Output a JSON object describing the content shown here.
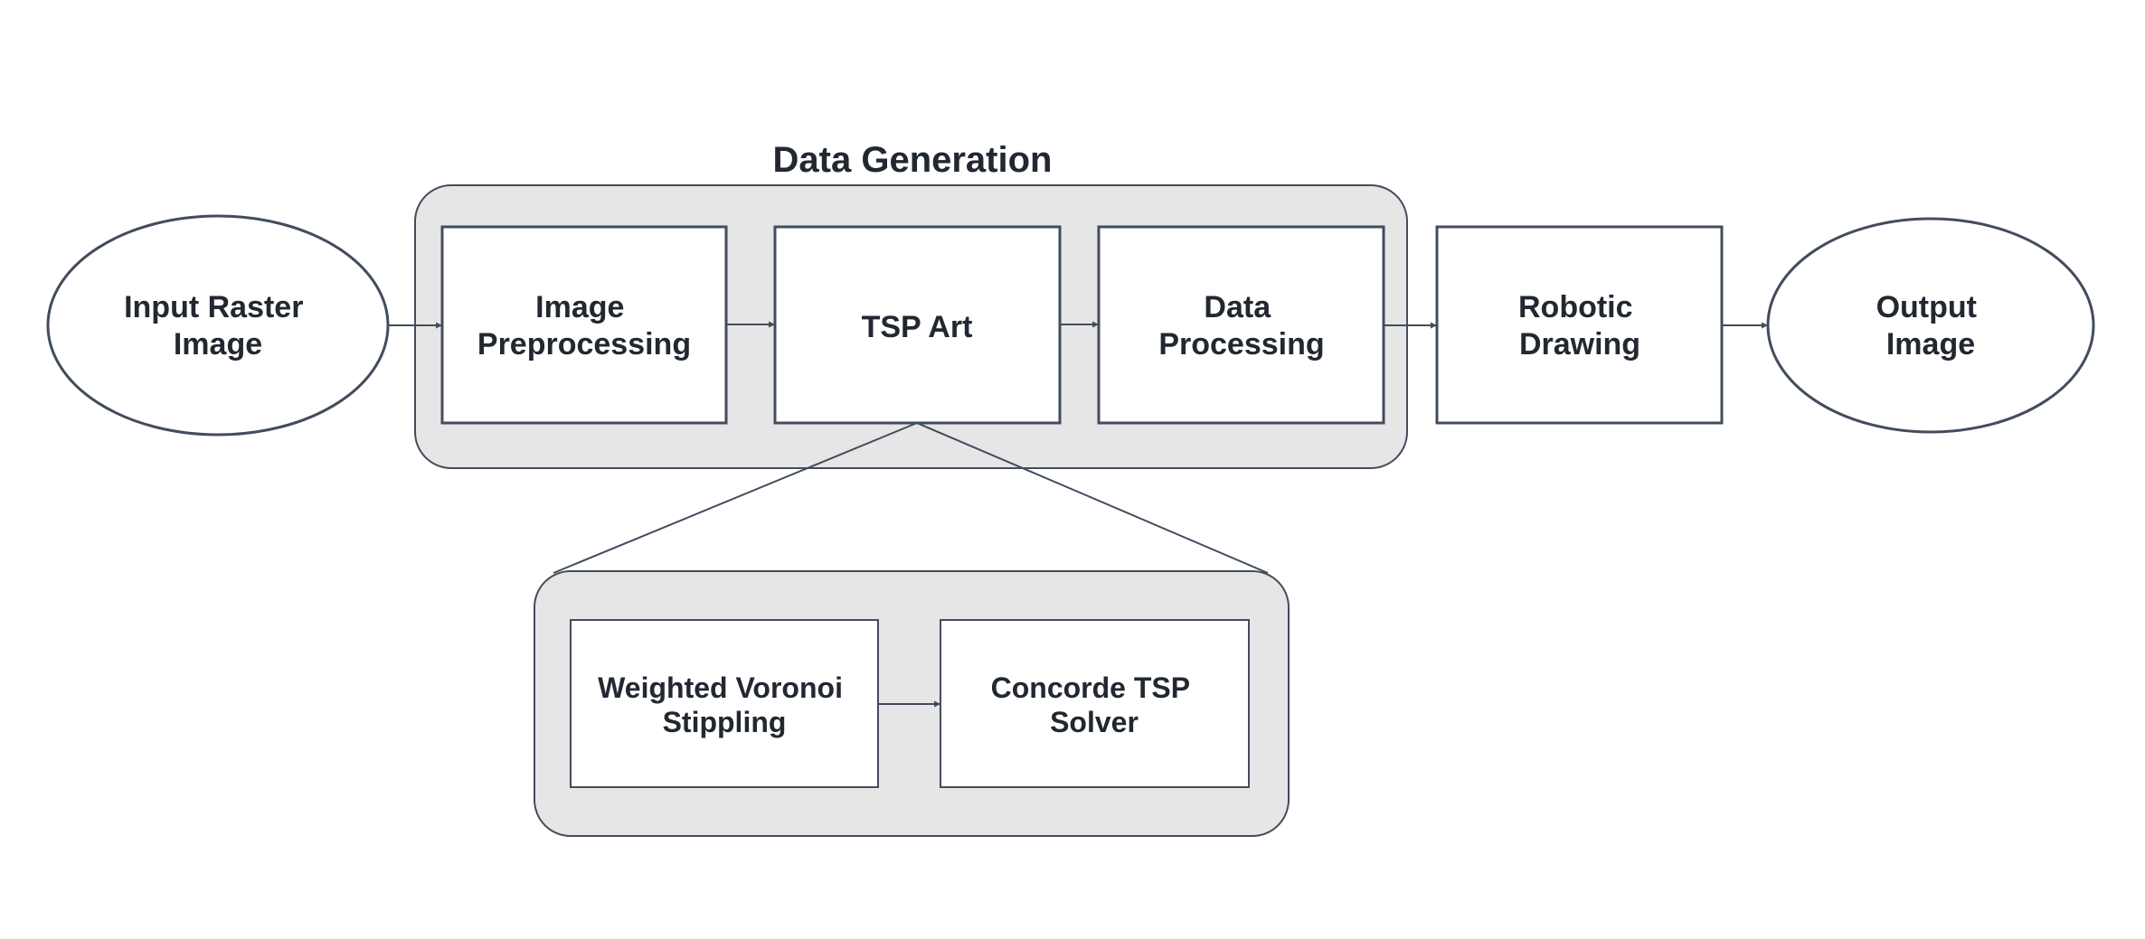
{
  "diagram": {
    "group_title": "Data Generation",
    "input": {
      "line1": "Input Raster",
      "line2": "Image"
    },
    "preprocessing": {
      "line1": "Image",
      "line2": "Preprocessing"
    },
    "tsp_art": {
      "label": "TSP Art"
    },
    "data_processing": {
      "line1": "Data",
      "line2": "Processing"
    },
    "robotic_drawing": {
      "line1": "Robotic",
      "line2": "Drawing"
    },
    "output": {
      "line1": "Output",
      "line2": "Image"
    },
    "stippling": {
      "line1": "Weighted Voronoi",
      "line2": "Stippling"
    },
    "concorde": {
      "line1": "Concorde TSP",
      "line2": "Solver"
    }
  },
  "colors": {
    "stroke": "#424c5c",
    "group_fill": "#e6e6e6",
    "text": "#222831"
  }
}
